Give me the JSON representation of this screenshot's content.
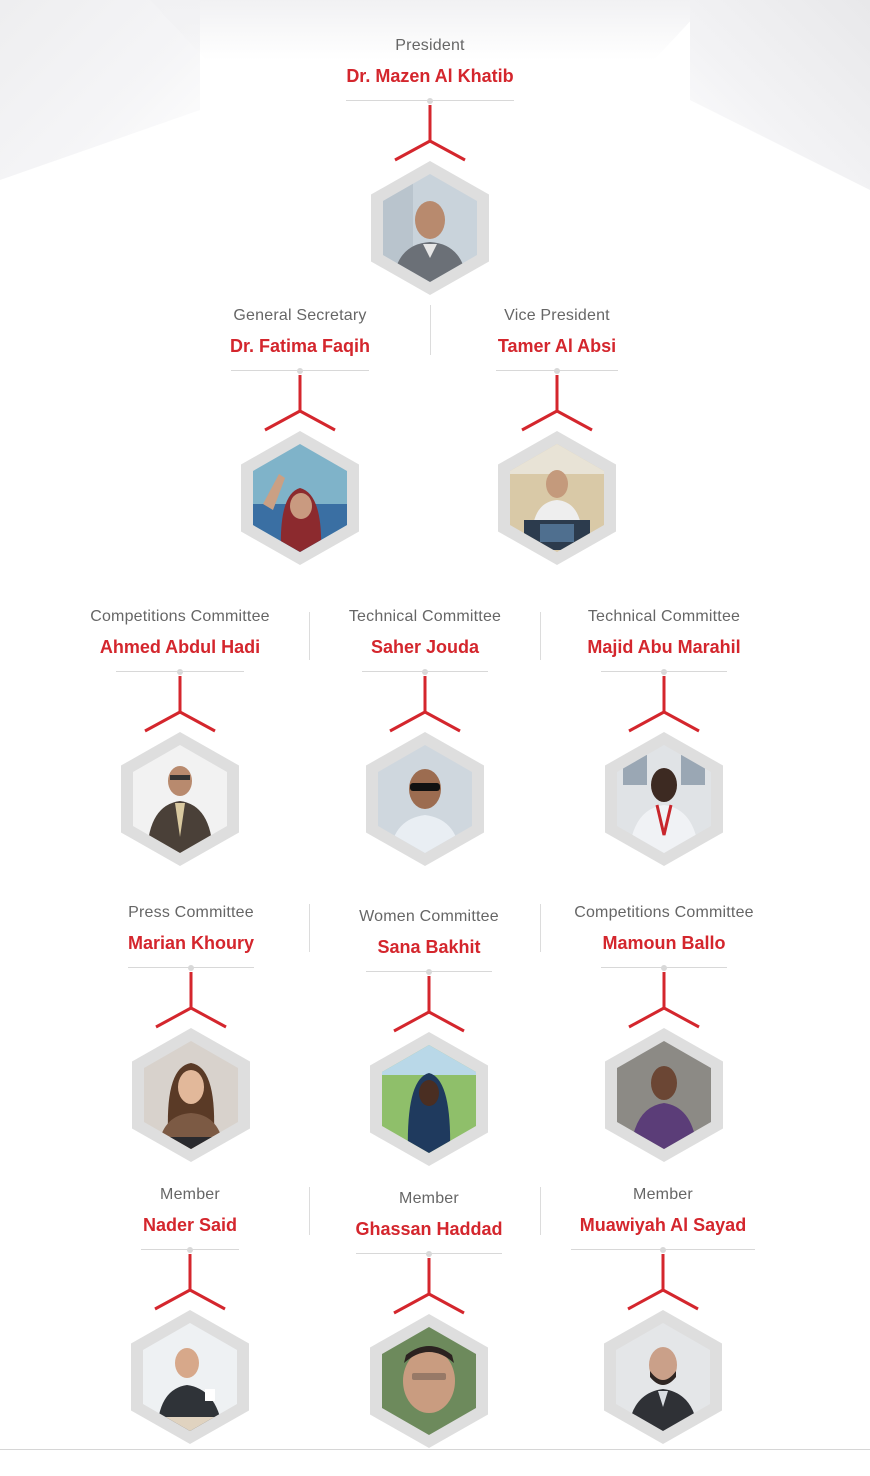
{
  "colors": {
    "accent": "#d4262d",
    "role_text": "#666666",
    "hex_frame": "#dedede",
    "divider": "#dcdcdc"
  },
  "members": [
    {
      "role": "President",
      "name": "Dr. Mazen Al Khatib",
      "photo": "portrait-man-office-icon"
    },
    {
      "role": "General Secretary",
      "name": "Dr. Fatima Faqih",
      "photo": "portrait-woman-hijab-icon"
    },
    {
      "role": "Vice President",
      "name": "Tamer Al Absi",
      "photo": "portrait-man-desk-icon"
    },
    {
      "role": "Competitions Committee",
      "name": "Ahmed Abdul Hadi",
      "photo": "portrait-man-suit-icon"
    },
    {
      "role": "Technical Committee",
      "name": "Saher Jouda",
      "photo": "portrait-man-sunglasses-icon"
    },
    {
      "role": "Technical Committee",
      "name": "Majid Abu Marahil",
      "photo": "portrait-man-lanyard-icon"
    },
    {
      "role": "Press Committee",
      "name": "Marian Khoury",
      "photo": "portrait-woman-icon"
    },
    {
      "role": "Women Committee",
      "name": "Sana Bakhit",
      "photo": "portrait-woman-field-icon"
    },
    {
      "role": "Competitions Committee",
      "name": "Mamoun Ballo",
      "photo": "portrait-man-purple-shirt-icon"
    },
    {
      "role": "Member",
      "name": "Nader Said",
      "photo": "portrait-man-coffee-icon"
    },
    {
      "role": "Member",
      "name": "Ghassan Haddad",
      "photo": "portrait-man-closeup-icon"
    },
    {
      "role": "Member",
      "name": "Muawiyah Al Sayad",
      "photo": "portrait-man-beard-icon"
    }
  ]
}
